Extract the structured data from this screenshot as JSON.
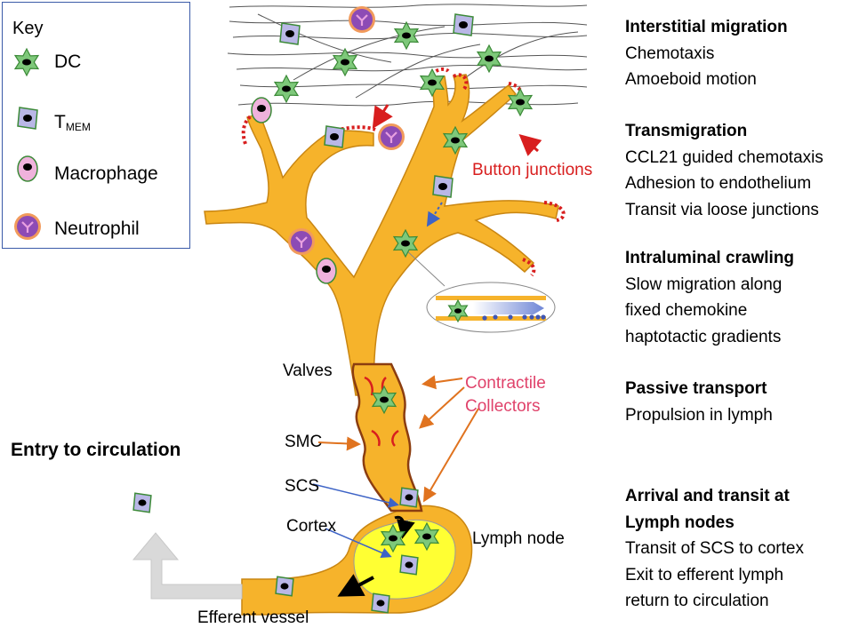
{
  "key": {
    "title": "Key",
    "items": [
      {
        "label": "DC"
      },
      {
        "label": "T",
        "sub": "MEM"
      },
      {
        "label": "Macrophage"
      },
      {
        "label": "Neutrophil"
      }
    ]
  },
  "labels": {
    "button_junctions": "Button junctions",
    "valves": "Valves",
    "contractile_1": "Contractile",
    "contractile_2": "Collectors",
    "smc": "SMC",
    "scs": "SCS",
    "cortex": "Cortex",
    "lymph_node": "Lymph node",
    "efferent_vessel": "Efferent vessel",
    "entry_to_circulation": "Entry to circulation"
  },
  "stages": [
    {
      "title": "Interstitial migration",
      "lines": [
        "Chemotaxis",
        "Amoeboid motion"
      ]
    },
    {
      "title": "Transmigration",
      "lines": [
        "CCL21 guided chemotaxis",
        "Adhesion to endothelium",
        "Transit via loose junctions"
      ]
    },
    {
      "title": "Intraluminal crawling",
      "lines": [
        "Slow migration along",
        "fixed chemokine",
        "haptotactic gradients"
      ]
    },
    {
      "title": "Passive transport",
      "lines": [
        "Propulsion in lymph"
      ]
    },
    {
      "title": "Arrival and transit at",
      "lines": [
        "Lymph nodes",
        "Transit of SCS to cortex",
        "Exit to efferent lymph",
        "return to circulation"
      ]
    }
  ],
  "colors": {
    "vessel": "#f6b32b",
    "vessel_outline": "#c98612",
    "node_cortex": "#ffff33",
    "junction": "#d81e1e",
    "dc": "#7ec87a",
    "tmem": "#b9b7e6",
    "macrophage": "#efb2dc",
    "neutrophil": "#8d4bb5",
    "neutrophil_ring": "#f19a5c",
    "collector_label": "#e0436b",
    "smc_arrow": "#e0731f",
    "scs_arrow": "#3d63c6"
  }
}
